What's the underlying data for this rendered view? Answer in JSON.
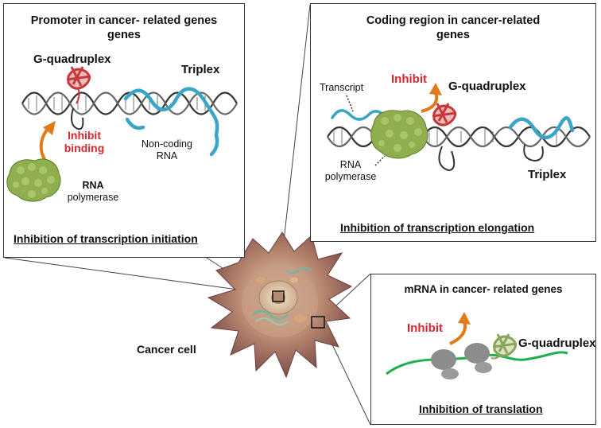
{
  "colors": {
    "gquad": "#c8373a",
    "triplex": "#3aa5c7",
    "polymerase": "#8fae4e",
    "arrow": "#e07b1a",
    "inhibit": "#d8262b",
    "mrna": "#1fb04a",
    "ribosome": "#8c8c8c",
    "cell": "#9c6a5a"
  },
  "panel_initiation": {
    "title": "Promoter in cancer- related genes",
    "gquad_label": "G-quadruplex",
    "triplex_label": "Triplex",
    "inhibit_label_1": "Inhibit",
    "inhibit_label_2": "binding",
    "noncoding_label_1": "Non-coding",
    "noncoding_label_2": "RNA",
    "polymerase_label_1": "RNA",
    "polymerase_label_2": "polymerase",
    "caption": "Inhibition of transcription  initiation"
  },
  "panel_elongation": {
    "title_1": "Coding region in cancer-related",
    "title_2": "genes",
    "inhibit_label": "Inhibit",
    "gquad_label": "G-quadruplex",
    "transcript_label": "Transcript",
    "polymerase_label_1": "RNA",
    "polymerase_label_2": "polymerase",
    "triplex_label": "Triplex",
    "caption": "Inhibition of transcription elongation"
  },
  "panel_translation": {
    "title": "mRNA in cancer- related genes",
    "inhibit_label": "Inhibit",
    "gquad_label": "G-quadruplex",
    "caption": "Inhibition of translation"
  },
  "cell_label": "Cancer cell"
}
